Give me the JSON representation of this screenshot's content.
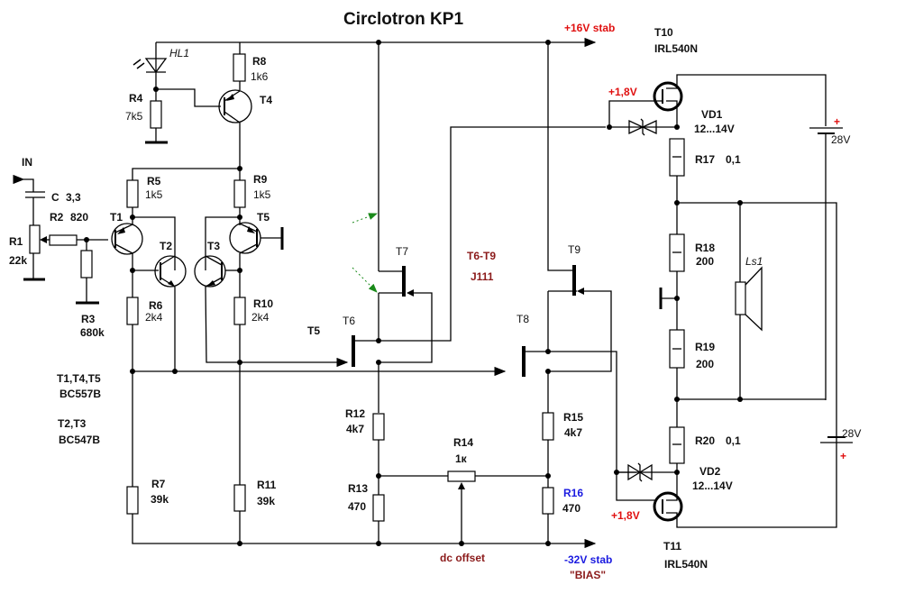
{
  "title": "Circlotron KP1",
  "rails": {
    "positive": "+16V stab",
    "negative": "-32V stab",
    "bias": "\"BIAS\""
  },
  "input": {
    "label": "IN"
  },
  "components": {
    "C": {
      "name": "C",
      "value": "3,3"
    },
    "R1": {
      "name": "R1",
      "value": "22k"
    },
    "R2": {
      "name": "R2",
      "value": "820"
    },
    "R3": {
      "name": "R3",
      "value": "680k"
    },
    "R4": {
      "name": "R4",
      "value": "7k5"
    },
    "R5": {
      "name": "R5",
      "value": "1k5"
    },
    "R6": {
      "name": "R6",
      "value": "2k4"
    },
    "R7": {
      "name": "R7",
      "value": "39k"
    },
    "R8": {
      "name": "R8",
      "value": "1k6"
    },
    "R9": {
      "name": "R9",
      "value": "1k5"
    },
    "R10": {
      "name": "R10",
      "value": "2k4"
    },
    "R11": {
      "name": "R11",
      "value": "39k"
    },
    "R12": {
      "name": "R12",
      "value": "4k7"
    },
    "R13": {
      "name": "R13",
      "value": "470"
    },
    "R14": {
      "name": "R14",
      "value": "1к"
    },
    "R15": {
      "name": "R15",
      "value": "4k7"
    },
    "R16": {
      "name": "R16",
      "value": "470"
    },
    "R17": {
      "name": "R17",
      "value": "0,1"
    },
    "R18": {
      "name": "R18",
      "value": "200"
    },
    "R19": {
      "name": "R19",
      "value": "200"
    },
    "R20": {
      "name": "R20",
      "value": "0,1"
    },
    "HL1": {
      "name": "HL1"
    },
    "Ls1": {
      "name": "Ls1"
    },
    "VD1": {
      "name": "VD1",
      "value": "12...14V"
    },
    "VD2": {
      "name": "VD2",
      "value": "12...14V"
    },
    "T1": "T1",
    "T2": "T2",
    "T3": "T3",
    "T4": "T4",
    "T5": "T5",
    "T6": "T6",
    "T7": "T7",
    "T8": "T8",
    "T9": "T9",
    "T10": {
      "name": "T10",
      "part": "IRL540N"
    },
    "T11": {
      "name": "T11",
      "part": "IRL540N"
    },
    "B1": {
      "value": "28V",
      "polarity": "+"
    },
    "B2": {
      "value": "28V",
      "polarity": "+"
    }
  },
  "notes": {
    "pnp_list": "T1,T4,T5",
    "pnp_part": "BC557B",
    "npn_list": "T2,T3",
    "npn_part": "BC547B",
    "jfet_list": "T6-T9",
    "jfet_part": "J111",
    "gate_voltage": "+1,8V",
    "t5_ref": "T5",
    "dc_offset": "dc offset"
  },
  "colors": {
    "supply_red": "#e01010",
    "label_maroon": "#8b1a1a",
    "label_blue": "#1a1ae0",
    "arrow_green": "#1a8a1a"
  }
}
